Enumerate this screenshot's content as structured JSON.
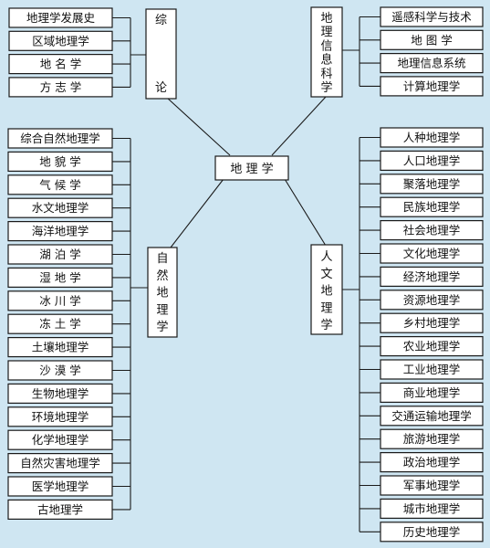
{
  "center": "地 理 学",
  "branches": {
    "general": {
      "label": "综论",
      "items": [
        "地理学发展史",
        "区域地理学",
        "地 名 学",
        "方 志 学"
      ]
    },
    "geoinfo": {
      "label": "地理信息科学",
      "items": [
        "遥感科学与技术",
        "地 图 学",
        "地理信息系统",
        "计算地理学"
      ]
    },
    "physical": {
      "label": "自然地理学",
      "items": [
        "综合自然地理学",
        "地 貌 学",
        "气 候 学",
        "水文地理学",
        "海洋地理学",
        "湖 泊 学",
        "湿 地 学",
        "冰 川 学",
        "冻 土 学",
        "土壤地理学",
        "沙 漠 学",
        "生物地理学",
        "环境地理学",
        "化学地理学",
        "自然灾害地理学",
        "医学地理学",
        "古地理学"
      ]
    },
    "human": {
      "label": "人文地理学",
      "items": [
        "人种地理学",
        "人口地理学",
        "聚落地理学",
        "民族地理学",
        "社会地理学",
        "文化地理学",
        "经济地理学",
        "资源地理学",
        "乡村地理学",
        "农业地理学",
        "工业地理学",
        "商业地理学",
        "交通运输地理学",
        "旅游地理学",
        "政治地理学",
        "军事地理学",
        "城市地理学",
        "历史地理学"
      ]
    }
  }
}
